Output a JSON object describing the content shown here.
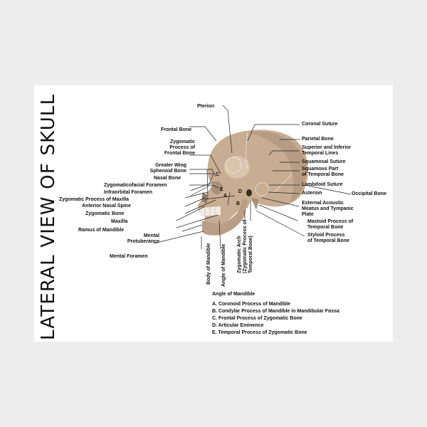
{
  "title": "LATERAL VIEW OF SKULL",
  "labels": {
    "pterion": "Pterion",
    "frontal_bone": "Frontal Bone",
    "zygomatic_process_frontal": [
      "Zygomatic",
      "Process of",
      "Frontal Bone"
    ],
    "greater_wing": [
      "Greater Wing",
      "Sphenoid Bone"
    ],
    "nasal_bone": "Nasal Bone",
    "zygomaticofacial_foramen": "Zygomaticofacial Foramen",
    "infraorbital_foramen": "Infraorbital Foramen",
    "zygomatic_process_maxilla": "Zygomatic Process of Maxilla",
    "anterior_nasal_spine": "Anterior Nasal Spine",
    "zygomatic_bone": "Zygomatic Bone",
    "maxilla": "Maxilla",
    "ramus_mandible": "Ramus of Mandible",
    "mental_protuberance": [
      "Mental",
      "Protuberance"
    ],
    "mental_foramen": "Mental Foramen",
    "coronal_suture": "Coronal Suture",
    "parietal_bone": "Parietal Bone",
    "temporal_lines": [
      "Superior and Inferior",
      "Temporal Lines"
    ],
    "squamosal_suture": "Squamosal Suture",
    "squamous_part": [
      "Squamous Part",
      "of Temporal Bone"
    ],
    "lambdoid_suture": "Lambdoid Suture",
    "occipital_bone": "Occipital Bone",
    "asterion": "Asterion",
    "external_acoustic": [
      "External Acoustic",
      "Meatus and Tympanic",
      "Plate"
    ],
    "mastoid_process": [
      "Mastoid Process of",
      "Temporal Bone"
    ],
    "styloid_process": [
      "Styloid  Process",
      "of Temporal Bone"
    ],
    "body_mandible": "Body of Mandible",
    "angle_mandible": "Angle of Mandible",
    "zygomatic_arch": [
      "Zygomatic Arch",
      "(Zygomatic Process of",
      "Temporal Bone)"
    ]
  },
  "letters": [
    "C",
    "E",
    "A",
    "D",
    "B"
  ],
  "legend": {
    "heading": "Angle of Mandible",
    "items": [
      "A. Coronoid Process of Mandible",
      "B. Condylar Process of Mandible in Mandibular Fossa",
      "C. Frontal Process of Zygomatic Bone",
      "D. Articular Eminence",
      "E. Temporal Process of Zygomatic Bone"
    ]
  },
  "colors": {
    "bone": "#c7ad91",
    "bone_shadow": "#a88f76",
    "bone_light": "#dcc8b3",
    "teeth": "#f0ebe2",
    "line": "#222222"
  }
}
